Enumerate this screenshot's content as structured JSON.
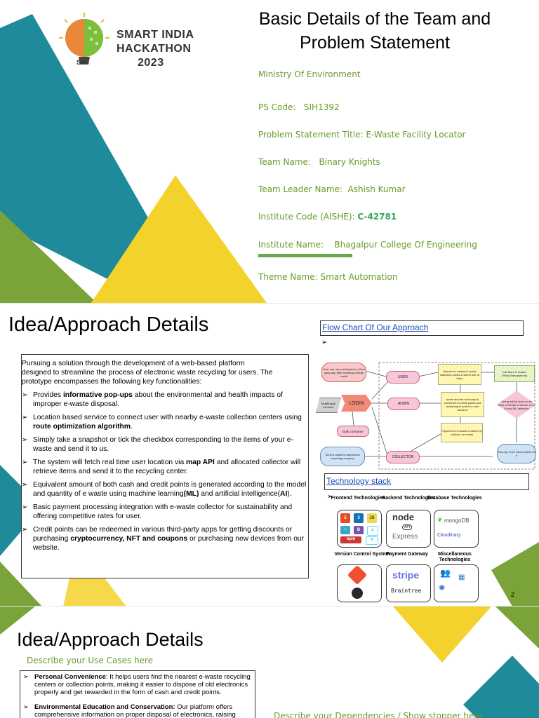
{
  "slide1": {
    "logo": {
      "line1": "SMART INDIA",
      "line2": "HACKATHON",
      "line3": "2023",
      "badge": "SIH"
    },
    "title_line1": "Basic Details of the Team and",
    "title_line2": "Problem Statement",
    "ministry": "Ministry Of Environment",
    "ps_code_label": "PS Code:",
    "ps_code_value": "SIH1392",
    "ps_title_label": "Problem Statement Title:",
    "ps_title_value": "E-Waste Facility Locator",
    "team_name_label": "Team Name:",
    "team_name_value": "Binary Knights",
    "leader_label": "Team Leader Name:",
    "leader_value": "Ashish Kumar",
    "institute_code_label": "Institute Code (AISHE):",
    "institute_code_value": "C-42781",
    "institute_name_label": "Institute Name:",
    "institute_name_value": "Bhagalpur College Of Engineering",
    "theme_label": "Theme Name:",
    "theme_value": "Smart Automation",
    "colors": {
      "teal": "#1f8a9a",
      "green": "#7aa33a",
      "yellow": "#f3d22b",
      "text_green": "#6a9a2a"
    }
  },
  "slide2": {
    "heading": "Idea/Approach Details",
    "intro_l1": "Pursuing a solution through the development of a web-based platform",
    "intro_l2": "designed to streamline the process of electronic waste recycling for users. The",
    "intro_l3": "prototype encompasses the following key functionalities:",
    "b1_a": "Provides ",
    "b1_b": "informative pop-ups",
    "b1_c": " about the environmental and health impacts of improper e-waste disposal.",
    "b2_a": " Location based service to connect user with nearby e-waste collection centers using ",
    "b2_b": "route optimization algorithm",
    "b2_c": ".",
    "b3": "Simply take a snapshot or tick the checkbox corresponding to the items of your e-waste and send it to us.",
    "b4_a": " The system will fetch real time user location via ",
    "b4_b": "map API",
    "b4_c": " and allocated collector will retrieve items and send it to the recycling center.",
    "b5_a": " Equivalent amount of both cash and credit points is generated according to the model and quantity of e waste using machine learning",
    "b5_b": "(ML)",
    "b5_c": " and artificial intelligence(",
    "b5_d": "AI",
    "b5_e": ").",
    "b6": " Basic payment processing integration with e-waste collector for sustainability and offering competitive rates for user.",
    "b7_a": "Credit points can be redeemed in various third-party apps for getting discounts or purchasing ",
    "b7_b": "cryptocurrency, NFT and coupons",
    "b7_c": " or purchasing new devices from our website.",
    "flow_title": "Flow Chart Of Our Approach",
    "flow": {
      "n1": "User can use credit points in third party app after receiving a large credit",
      "n2": "USER",
      "n3": "Search for nearby E-waste collection points & select one of them",
      "n4": "List them in masks (Photo/Descriptions)",
      "n5": "Multilingual interface",
      "n6": "LOGIN",
      "n7": "ADMIN",
      "n8": "some amount of money is converted to credit points and remaining is added to user account",
      "n9": "Pricing will be done on the basis of Model of Device or by AI and ML detection",
      "n10": "Bulk consumer",
      "n11": "Payment of E-waste to admin by collector in money",
      "n12": "Send E-waste to authorized recycling company",
      "n13": "COLLECTOR",
      "n14": "Pick-Up From Home within 24 h"
    },
    "tech_title": "Technology stack",
    "tech": {
      "frontend": "Frontend Technologies",
      "backend": "Backend Technologies",
      "database": "Database Technologies",
      "vcs": "Version Control System",
      "payment": "Payment Gateway",
      "misc": "Miscellaneous Technologies",
      "node": "node",
      "express": "Express",
      "api": "API",
      "mongodb": "mongoDB",
      "cloudinary": "Cloudinary",
      "stripe": "stripe",
      "braintree": "Braintree",
      "npm": "npm"
    },
    "page_number": "2"
  },
  "slide3": {
    "heading": "Idea/Approach Details",
    "subheading": "Describe your Use Cases here",
    "uc1_bold": "Personal Convenience",
    "uc1_text": ": It helps users find the nearest e-waste recycling centers or collection points, making it easier to dispose of old electronics properly and get rewarded in the form of cash and credit points.",
    "uc2_bold": "Environmental Education and Conservation:",
    "uc2_text": " Our platform offers comprehensive information on proper disposal of electronics, raising",
    "dependencies": "Describe your Dependencies / Show stopper here"
  }
}
